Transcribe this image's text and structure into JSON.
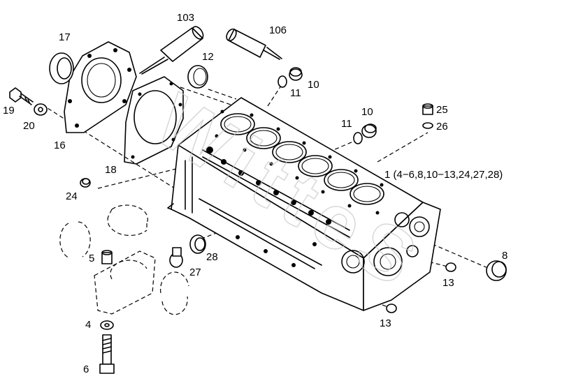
{
  "callouts": [
    {
      "id": "c103",
      "text": "103"
    },
    {
      "id": "c106",
      "text": "106"
    },
    {
      "id": "c17",
      "text": "17"
    },
    {
      "id": "c12",
      "text": "12"
    },
    {
      "id": "c10a",
      "text": "10"
    },
    {
      "id": "c11a",
      "text": "11"
    },
    {
      "id": "c19",
      "text": "19"
    },
    {
      "id": "c20",
      "text": "20"
    },
    {
      "id": "c16",
      "text": "16"
    },
    {
      "id": "c10b",
      "text": "10"
    },
    {
      "id": "c11b",
      "text": "11"
    },
    {
      "id": "c25",
      "text": "25"
    },
    {
      "id": "c26",
      "text": "26"
    },
    {
      "id": "c1",
      "text": "1 (4−6,8,10−13,24,27,28)"
    },
    {
      "id": "c18",
      "text": "18"
    },
    {
      "id": "c24",
      "text": "24"
    },
    {
      "id": "c5",
      "text": "5"
    },
    {
      "id": "c27",
      "text": "27"
    },
    {
      "id": "c28",
      "text": "28"
    },
    {
      "id": "c8",
      "text": "8"
    },
    {
      "id": "c13a",
      "text": "13"
    },
    {
      "id": "c4",
      "text": "4"
    },
    {
      "id": "c13b",
      "text": "13"
    },
    {
      "id": "c6",
      "text": "6"
    }
  ],
  "watermark": "WitteS"
}
